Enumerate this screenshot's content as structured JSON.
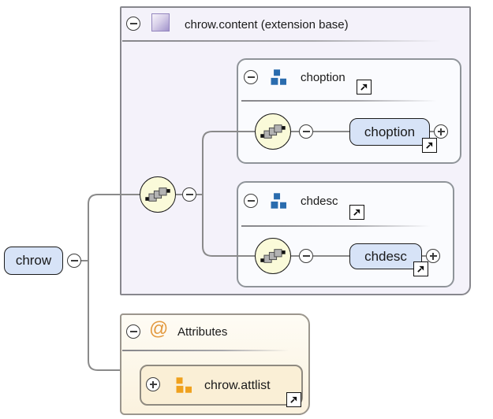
{
  "diagram": {
    "root": {
      "label": "chrow"
    },
    "content": {
      "title": "chrow.content (extension base)",
      "groups": {
        "choption": {
          "title": "choption",
          "element": "choption"
        },
        "chdesc": {
          "title": "chdesc",
          "element": "chdesc"
        }
      }
    },
    "attributes": {
      "title": "Attributes",
      "symbol": "@",
      "attlist": {
        "label": "chrow.attlist"
      }
    },
    "colors": {
      "content_background": "#F4F2FA",
      "group_background": "#FAFBFE",
      "attributes_background": "#FBF2DE",
      "attlist_background": "#FAEFD6",
      "element_background": "#D7E3F7",
      "compositor_background": "#FAFAD9",
      "model_group_icon": "#2A6CAE",
      "attribute_group_icon": "#EFA11E",
      "at_symbol": "#E39A40",
      "connector": "#8A8A8A"
    }
  }
}
